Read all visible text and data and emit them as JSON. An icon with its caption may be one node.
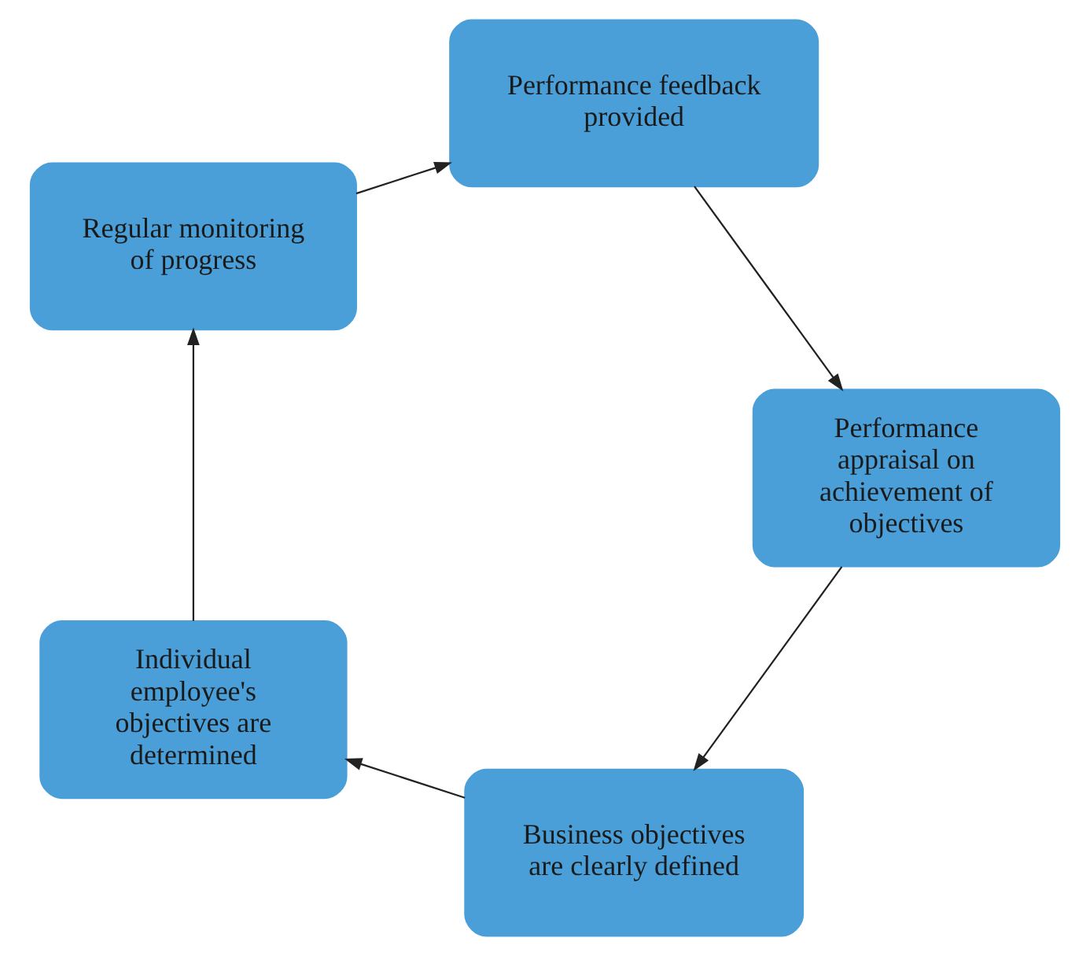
{
  "diagram": {
    "nodes": [
      {
        "text": [
          "Business objectives are clearly defined"
        ]
      },
      {
        "text": [
          "Individual employee's objectives are determined"
        ]
      },
      {
        "text": [
          "Regular monitoring of progress"
        ]
      },
      {
        "text": [
          "Performance feedback provided"
        ]
      },
      {
        "text": [
          "Performance appraisal on achievement of objectives"
        ]
      }
    ],
    "edges": [
      {
        "from": 0,
        "to": 1,
        "arrow": "to"
      },
      {
        "from": 1,
        "to": 2,
        "arrow": "to"
      },
      {
        "from": 2,
        "to": 3,
        "arrow": "to"
      },
      {
        "from": 3,
        "to": 4,
        "arrow": "to"
      },
      {
        "from": 4,
        "to": 0,
        "arrow": "to"
      }
    ]
  }
}
